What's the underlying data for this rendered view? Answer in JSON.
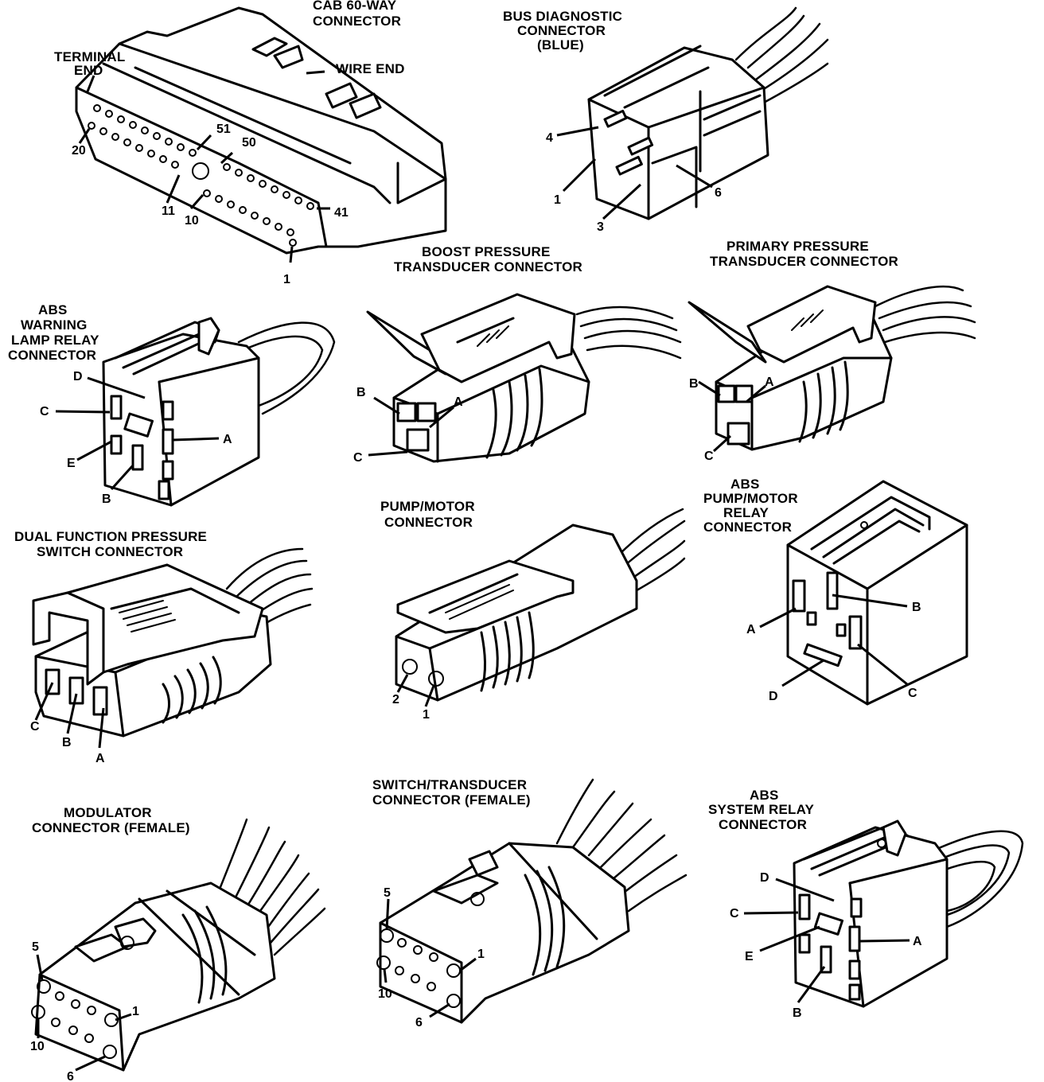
{
  "connectors": {
    "cab60": {
      "title": [
        "CAB 60-WAY",
        "CONNECTOR"
      ],
      "terminal_end": [
        "TERMINAL",
        "END"
      ],
      "wire_end": "WIRE END",
      "pins": [
        "51",
        "50",
        "20",
        "11",
        "10",
        "41",
        "1"
      ]
    },
    "bus": {
      "title": [
        "BUS DIAGNOSTIC",
        "CONNECTOR",
        "(BLUE)"
      ],
      "pins": [
        "4",
        "1",
        "3",
        "6"
      ]
    },
    "boost": {
      "title": [
        "BOOST PRESSURE",
        "TRANSDUCER CONNECTOR"
      ],
      "pins": [
        "B",
        "A",
        "C"
      ]
    },
    "primary": {
      "title": [
        "PRIMARY PRESSURE",
        "TRANSDUCER CONNECTOR"
      ],
      "pins": [
        "B",
        "A",
        "C"
      ]
    },
    "abs_warning": {
      "title": [
        "ABS",
        "WARNING",
        "LAMP RELAY",
        "CONNECTOR"
      ],
      "pins": [
        "D",
        "C",
        "A",
        "E",
        "B"
      ]
    },
    "pump": {
      "title": [
        "PUMP/MOTOR",
        "CONNECTOR"
      ],
      "pins": [
        "2",
        "1"
      ]
    },
    "abs_pump": {
      "title": [
        "ABS",
        "PUMP/MOTOR",
        "RELAY",
        "CONNECTOR"
      ],
      "pins": [
        "B",
        "A",
        "D",
        "C"
      ]
    },
    "dual": {
      "title": [
        "DUAL FUNCTION PRESSURE",
        "SWITCH CONNECTOR"
      ],
      "pins": [
        "C",
        "B",
        "A"
      ]
    },
    "modulator": {
      "title": [
        "MODULATOR",
        "CONNECTOR (FEMALE)"
      ],
      "pins": [
        "5",
        "1",
        "10",
        "6"
      ]
    },
    "switch": {
      "title": [
        "SWITCH/TRANSDUCER",
        "CONNECTOR (FEMALE)"
      ],
      "pins": [
        "5",
        "1",
        "10",
        "6"
      ]
    },
    "abs_system": {
      "title": [
        "ABS",
        "SYSTEM RELAY",
        "CONNECTOR"
      ],
      "pins": [
        "D",
        "C",
        "E",
        "A",
        "B"
      ]
    }
  }
}
